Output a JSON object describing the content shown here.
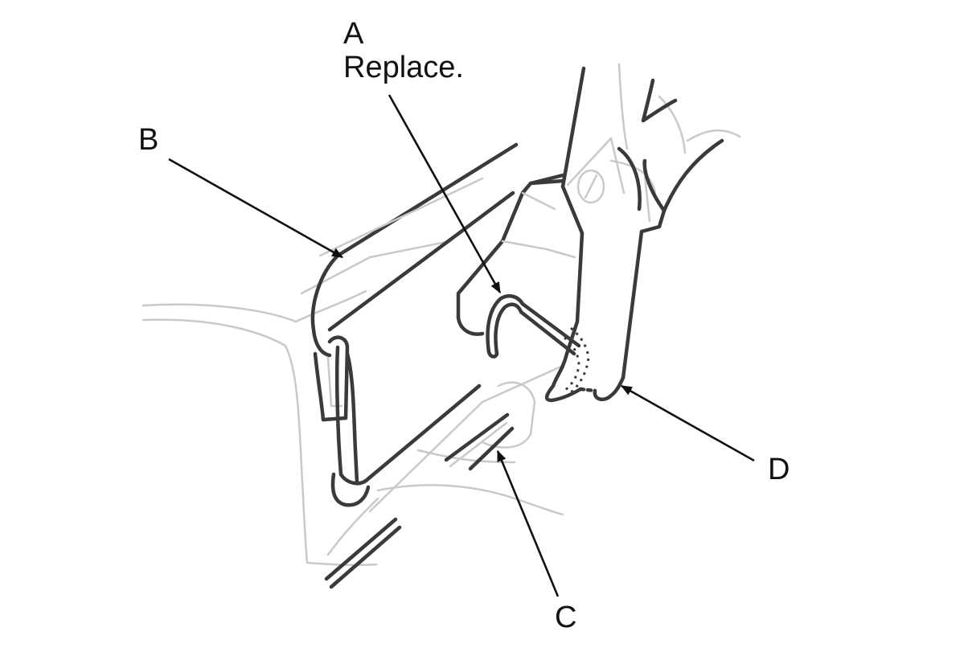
{
  "callouts": {
    "a": {
      "letter": "A",
      "note": "Replace."
    },
    "b": {
      "letter": "B"
    },
    "c": {
      "letter": "C"
    },
    "d": {
      "letter": "D"
    }
  },
  "colors": {
    "outline_light": "#c9c9c9",
    "outline_dark": "#3a3a3a",
    "leader": "#111111"
  }
}
